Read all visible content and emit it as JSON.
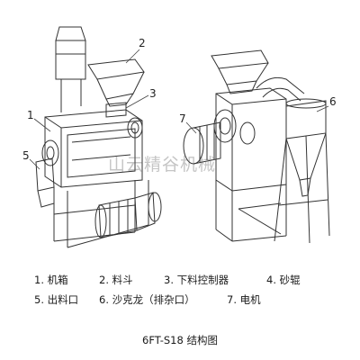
{
  "callouts": [
    "1",
    "2",
    "3",
    "5",
    "6",
    "7"
  ],
  "legend": {
    "row1": [
      "1. 机箱",
      "2. 料斗",
      "3. 下料控制器",
      "4. 砂辊"
    ],
    "row2": [
      "5. 出料口",
      "6. 沙克龙（排杂口）",
      "7. 电机"
    ]
  },
  "caption": "6FT-S18  结构图",
  "watermark": "山云精谷机械"
}
